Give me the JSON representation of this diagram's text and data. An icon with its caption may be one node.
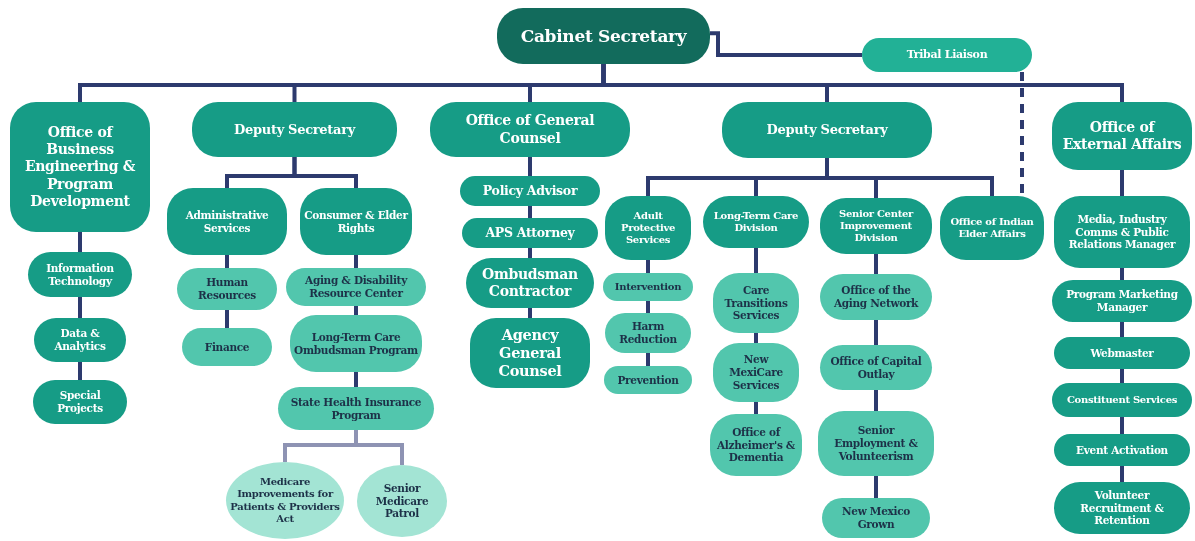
{
  "diagram": {
    "nodes": [
      {
        "text": [
          "Cabinet Secretary"
        ]
      },
      {
        "text": [
          "Tribal Liaison"
        ]
      },
      {
        "text": [
          "Office of Business Engineering & Program Development"
        ]
      },
      {
        "text": [
          "Deputy Secretary"
        ]
      },
      {
        "text": [
          "Office of General Counsel"
        ]
      },
      {
        "text": [
          "Information Technology"
        ]
      },
      {
        "text": [
          "Data & Analytics"
        ]
      },
      {
        "text": [
          "Special Projects"
        ]
      },
      {
        "text": [
          "Administrative Services"
        ]
      },
      {
        "text": [
          "Consumer & Elder Rights"
        ]
      },
      {
        "text": [
          "Human Resources"
        ]
      },
      {
        "text": [
          "Finance"
        ]
      },
      {
        "text": [
          "Aging & Disability Resource Center"
        ]
      },
      {
        "text": [
          "Long-Term Care Ombudsman Program"
        ]
      },
      {
        "text": [
          "State Health Insurance Program"
        ]
      },
      {
        "text": [
          "Medicare Improvements for Patients & Providers Act"
        ]
      },
      {
        "text": [
          "Senior Medicare Patrol"
        ]
      },
      {
        "text": [
          "Policy Advisor"
        ]
      },
      {
        "text": [
          "APS Attorney"
        ]
      },
      {
        "text": [
          "Ombudsman Contractor"
        ]
      },
      {
        "text": [
          "Agency General Counsel"
        ]
      },
      {
        "text": [
          "Deputy Secretary"
        ]
      },
      {
        "text": [
          "Adult Protective Services"
        ]
      },
      {
        "text": [
          "Intervention"
        ]
      },
      {
        "text": [
          "Harm Reduction"
        ]
      },
      {
        "text": [
          "Prevention"
        ]
      },
      {
        "text": [
          "Long-Term Care Division"
        ]
      },
      {
        "text": [
          "Care Transitions Services"
        ]
      },
      {
        "text": [
          "New MexiCare Services"
        ]
      },
      {
        "text": [
          "Office of Alzheimer's & Dementia"
        ]
      },
      {
        "text": [
          "Senior Center Improvement Division"
        ]
      },
      {
        "text": [
          "Office of the Aging Network"
        ]
      },
      {
        "text": [
          "Office of Capital Outlay"
        ]
      },
      {
        "text": [
          "Senior Employment & Volunteerism"
        ]
      },
      {
        "text": [
          "New Mexico Grown"
        ]
      },
      {
        "text": [
          "Office of Indian Elder Affairs"
        ]
      },
      {
        "text": [
          "Office of External Affairs"
        ]
      },
      {
        "text": [
          "Media, Industry Comms & Public Relations Manager"
        ]
      },
      {
        "text": [
          "Program Marketing Manager"
        ]
      },
      {
        "text": [
          "Webmaster"
        ]
      },
      {
        "text": [
          "Constituent Services"
        ]
      },
      {
        "text": [
          "Event Activation"
        ]
      },
      {
        "text": [
          "Volunteer Recruitment & Retention"
        ]
      }
    ],
    "edges": [
      {
        "from": 0,
        "to": 1,
        "arrow": "none"
      },
      {
        "from": 0,
        "to": 2,
        "arrow": "none"
      },
      {
        "from": 0,
        "to": 3,
        "arrow": "none"
      },
      {
        "from": 0,
        "to": 4,
        "arrow": "none"
      },
      {
        "from": 0,
        "to": 21,
        "arrow": "none"
      },
      {
        "from": 0,
        "to": 36,
        "arrow": "none"
      },
      {
        "from": 1,
        "to": 35,
        "arrow": "none",
        "style": "dashed"
      },
      {
        "from": 2,
        "to": 5,
        "arrow": "none"
      },
      {
        "from": 5,
        "to": 6,
        "arrow": "none"
      },
      {
        "from": 6,
        "to": 7,
        "arrow": "none"
      },
      {
        "from": 3,
        "to": 8,
        "arrow": "none"
      },
      {
        "from": 3,
        "to": 9,
        "arrow": "none"
      },
      {
        "from": 8,
        "to": 10,
        "arrow": "none"
      },
      {
        "from": 10,
        "to": 11,
        "arrow": "none"
      },
      {
        "from": 9,
        "to": 12,
        "arrow": "none"
      },
      {
        "from": 12,
        "to": 13,
        "arrow": "none"
      },
      {
        "from": 13,
        "to": 14,
        "arrow": "none"
      },
      {
        "from": 14,
        "to": 15,
        "arrow": "none",
        "color": "#8e93b3"
      },
      {
        "from": 14,
        "to": 16,
        "arrow": "none",
        "color": "#8e93b3"
      },
      {
        "from": 4,
        "to": 17,
        "arrow": "none"
      },
      {
        "from": 17,
        "to": 18,
        "arrow": "none"
      },
      {
        "from": 18,
        "to": 19,
        "arrow": "none"
      },
      {
        "from": 19,
        "to": 20,
        "arrow": "none"
      },
      {
        "from": 21,
        "to": 22,
        "arrow": "none"
      },
      {
        "from": 21,
        "to": 26,
        "arrow": "none"
      },
      {
        "from": 21,
        "to": 30,
        "arrow": "none"
      },
      {
        "from": 21,
        "to": 35,
        "arrow": "none"
      },
      {
        "from": 22,
        "to": 23,
        "arrow": "none"
      },
      {
        "from": 23,
        "to": 24,
        "arrow": "none"
      },
      {
        "from": 24,
        "to": 25,
        "arrow": "none"
      },
      {
        "from": 26,
        "to": 27,
        "arrow": "none"
      },
      {
        "from": 27,
        "to": 28,
        "arrow": "none"
      },
      {
        "from": 28,
        "to": 29,
        "arrow": "none"
      },
      {
        "from": 30,
        "to": 31,
        "arrow": "none"
      },
      {
        "from": 31,
        "to": 32,
        "arrow": "none"
      },
      {
        "from": 32,
        "to": 33,
        "arrow": "none"
      },
      {
        "from": 33,
        "to": 34,
        "arrow": "none"
      },
      {
        "from": 36,
        "to": 37,
        "arrow": "none"
      },
      {
        "from": 37,
        "to": 38,
        "arrow": "none"
      },
      {
        "from": 38,
        "to": 39,
        "arrow": "none"
      },
      {
        "from": 39,
        "to": 40,
        "arrow": "none"
      },
      {
        "from": 40,
        "to": 41,
        "arrow": "none"
      },
      {
        "from": 41,
        "to": 42,
        "arrow": "none"
      }
    ]
  }
}
